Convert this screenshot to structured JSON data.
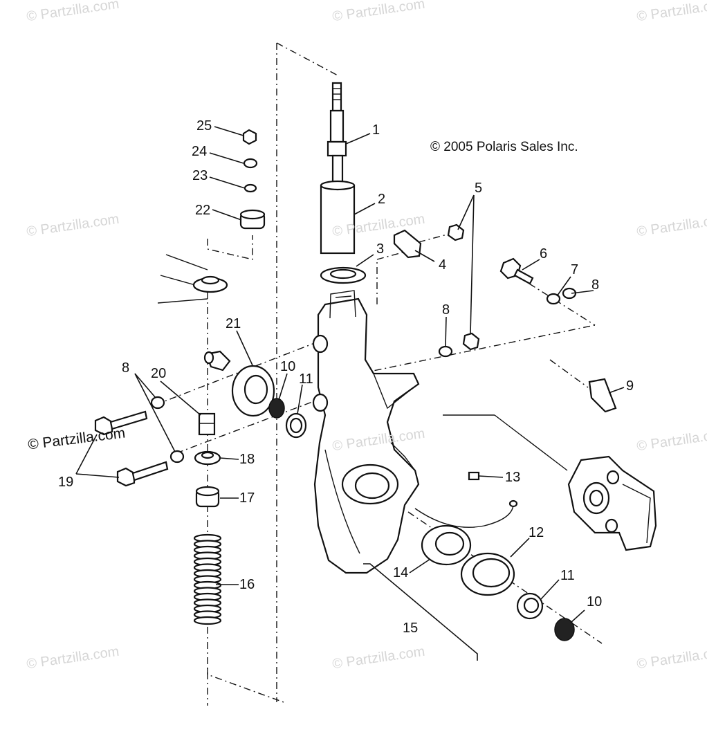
{
  "copyright": "© 2005 Polaris Sales Inc.",
  "watermark": "© Partzilla.com",
  "callouts": [
    {
      "id": "c1",
      "label": "1"
    },
    {
      "id": "c2",
      "label": "2"
    },
    {
      "id": "c3",
      "label": "3"
    },
    {
      "id": "c4",
      "label": "4"
    },
    {
      "id": "c5",
      "label": "5"
    },
    {
      "id": "c6",
      "label": "6"
    },
    {
      "id": "c7",
      "label": "7"
    },
    {
      "id": "c8a",
      "label": "8"
    },
    {
      "id": "c8b",
      "label": "8"
    },
    {
      "id": "c8c",
      "label": "8"
    },
    {
      "id": "c9",
      "label": "9"
    },
    {
      "id": "c10a",
      "label": "10"
    },
    {
      "id": "c10b",
      "label": "10"
    },
    {
      "id": "c11a",
      "label": "11"
    },
    {
      "id": "c11b",
      "label": "11"
    },
    {
      "id": "c12",
      "label": "12"
    },
    {
      "id": "c13",
      "label": "13"
    },
    {
      "id": "c14",
      "label": "14"
    },
    {
      "id": "c15",
      "label": "15"
    },
    {
      "id": "c16",
      "label": "16"
    },
    {
      "id": "c17",
      "label": "17"
    },
    {
      "id": "c18",
      "label": "18"
    },
    {
      "id": "c19",
      "label": "19"
    },
    {
      "id": "c20",
      "label": "20"
    },
    {
      "id": "c21",
      "label": "21"
    },
    {
      "id": "c22",
      "label": "22"
    },
    {
      "id": "c23",
      "label": "23"
    },
    {
      "id": "c24",
      "label": "24"
    },
    {
      "id": "c25",
      "label": "25"
    }
  ]
}
